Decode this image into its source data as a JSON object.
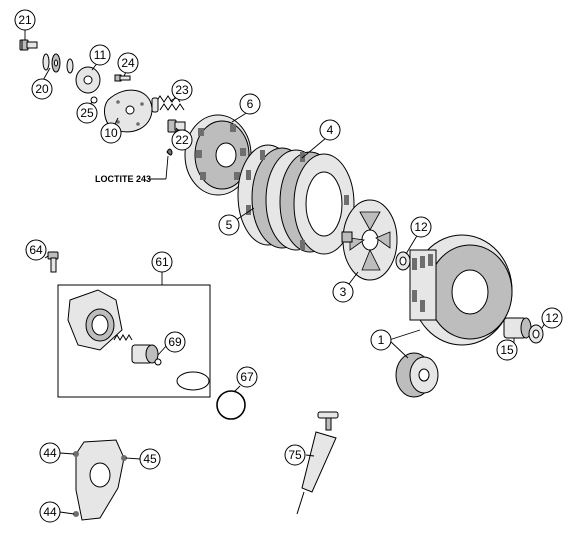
{
  "diagram": {
    "note_label": "LOCTITE 243",
    "callouts": [
      {
        "id": "c21",
        "label": "21"
      },
      {
        "id": "c20",
        "label": "20"
      },
      {
        "id": "c11",
        "label": "11"
      },
      {
        "id": "c24",
        "label": "24"
      },
      {
        "id": "c25",
        "label": "25"
      },
      {
        "id": "c10",
        "label": "10"
      },
      {
        "id": "c23",
        "label": "23"
      },
      {
        "id": "c22",
        "label": "22"
      },
      {
        "id": "c6",
        "label": "6"
      },
      {
        "id": "c4",
        "label": "4"
      },
      {
        "id": "c5",
        "label": "5"
      },
      {
        "id": "c12a",
        "label": "12"
      },
      {
        "id": "c3",
        "label": "3"
      },
      {
        "id": "c64",
        "label": "64"
      },
      {
        "id": "c61",
        "label": "61"
      },
      {
        "id": "c69",
        "label": "69"
      },
      {
        "id": "c67",
        "label": "67"
      },
      {
        "id": "c1",
        "label": "1"
      },
      {
        "id": "c15",
        "label": "15"
      },
      {
        "id": "c12b",
        "label": "12"
      },
      {
        "id": "c44a",
        "label": "44"
      },
      {
        "id": "c45",
        "label": "45"
      },
      {
        "id": "c44b",
        "label": "44"
      },
      {
        "id": "c75",
        "label": "75"
      }
    ]
  }
}
